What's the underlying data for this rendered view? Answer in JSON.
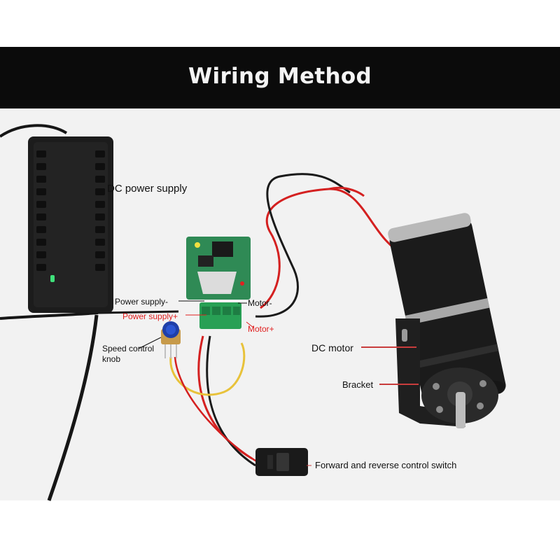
{
  "title": "Wiring Method",
  "labels": {
    "dc_power_supply": "DC power supply",
    "power_supply_minus": "Power supply-",
    "power_supply_plus": "Power supply+",
    "speed_control_line1": "Speed control",
    "speed_control_line2": "knob",
    "motor_minus": "Motor-",
    "motor_plus": "Motor+",
    "dc_motor": "DC motor",
    "bracket": "Bracket",
    "switch": "Forward and reverse control switch"
  },
  "colors": {
    "title_bar": "#0b0b0b",
    "title_text": "#f4f4f4",
    "label_black": "#111111",
    "label_red": "#e02020",
    "wire_red": "#d42020",
    "wire_black": "#1a1a1a",
    "wire_yellow": "#e8c23a",
    "pcb_green": "#2f8a55"
  }
}
